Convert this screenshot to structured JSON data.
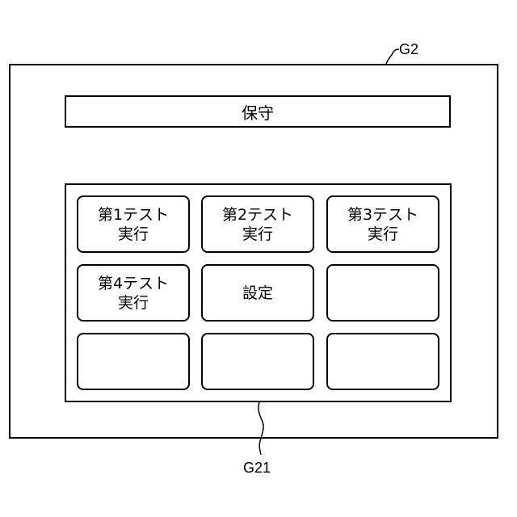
{
  "labels": {
    "screen_ref": "G2",
    "panel_ref": "G21"
  },
  "header": {
    "title": "保守"
  },
  "buttons": [
    {
      "line1": "第1テスト",
      "line2": "実行"
    },
    {
      "line1": "第2テスト",
      "line2": "実行"
    },
    {
      "line1": "第3テスト",
      "line2": "実行"
    },
    {
      "line1": "第4テスト",
      "line2": "実行"
    },
    {
      "line1": "設定",
      "line2": ""
    },
    {
      "line1": "",
      "line2": ""
    },
    {
      "line1": "",
      "line2": ""
    },
    {
      "line1": "",
      "line2": ""
    },
    {
      "line1": "",
      "line2": ""
    }
  ]
}
